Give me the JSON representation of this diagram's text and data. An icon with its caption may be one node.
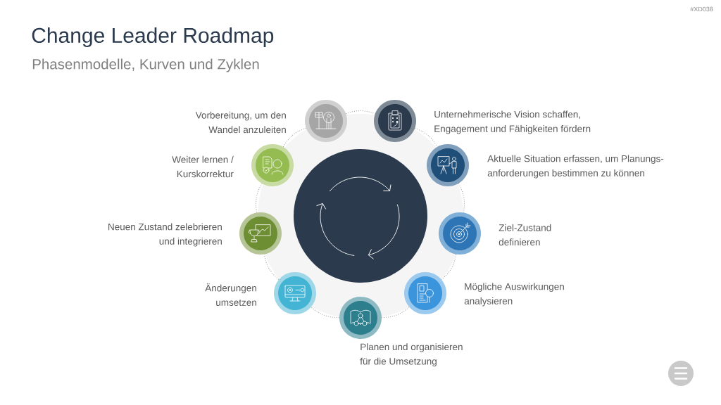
{
  "diagram": {
    "title": "Change Leader Roadmap",
    "nodes": [
      {
        "text": [],
        "shape": "circle"
      },
      {
        "text": [],
        "shape": "circle"
      },
      {
        "text": [],
        "shape": "circle",
        "beside": [
          "Aktuelle Situation erfassen, um Planungs- anforderungen bestimmen zu können"
        ]
      },
      {
        "text": [],
        "shape": "circle",
        "beside": [
          "Ziel-Zustand definieren"
        ]
      },
      {
        "text": [],
        "shape": "circle",
        "beside": [
          "Mögliche Auswirkungen analysieren"
        ]
      },
      {
        "text": [],
        "shape": "circle",
        "beside": [
          "Planen und organisieren für die Umsetzung"
        ]
      },
      {
        "text": [],
        "shape": "circle",
        "beside": [
          "Änderungen umsetzen"
        ]
      },
      {
        "text": [],
        "shape": "circle",
        "beside": [
          "Neuen Zustand zelebrieren und integrieren"
        ]
      },
      {
        "text": [],
        "shape": "circle",
        "beside": [
          "Weiter lernen / Kurskorrektur"
        ]
      }
    ],
    "edges": [
      {
        "from": 0,
        "to": 1,
        "arrow": "none",
        "style": "dashed"
      },
      {
        "from": 1,
        "to": 2,
        "arrow": "none",
        "style": "dashed"
      },
      {
        "from": 2,
        "to": 3,
        "arrow": "none",
        "style": "dashed"
      },
      {
        "from": 3,
        "to": 4,
        "arrow": "none",
        "style": "dashed"
      },
      {
        "from": 4,
        "to": 5,
        "arrow": "none",
        "style": "dashed"
      },
      {
        "from": 5,
        "to": 6,
        "arrow": "none",
        "style": "dashed"
      },
      {
        "from": 6,
        "to": 7,
        "arrow": "none",
        "style": "dashed"
      },
      {
        "from": 7,
        "to": 8,
        "arrow": "none",
        "style": "dashed"
      },
      {
        "from": 8,
        "to": 0,
        "arrow": "none",
        "style": "dashed"
      }
    ],
    "labels": [
      "#XD038",
      "Phasenmodelle, Kurven und Zyklen",
      "Vorbereitung, um den Wandel anzuleiten",
      "Unternehmerische Vision schaffen, Engagement und Fähigkeiten fördern"
    ]
  }
}
